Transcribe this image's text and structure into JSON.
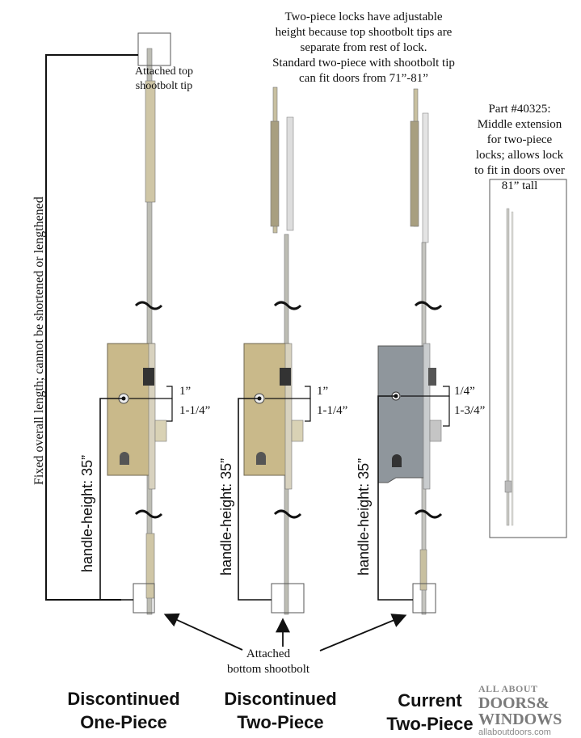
{
  "notes": {
    "two_piece_lines": [
      "Two-piece locks have adjustable",
      "height because top shootbolt tips are",
      "separate from rest of lock.",
      "Standard two-piece with shootbolt tip",
      "can fit doors from 71”-81”"
    ],
    "part_lines": [
      "Part #40325:",
      "Middle extension",
      "for two-piece",
      "locks; allows lock",
      "to fit in doors over",
      "81” tall"
    ],
    "attached_top_lines": [
      "Attached top",
      "shootbolt tip"
    ],
    "attached_bottom_lines": [
      "Attached",
      "bottom shootbolt"
    ],
    "fixed_length": "Fixed overall length; cannot be shortened or lengthened",
    "handle_height": "handle-height: 35”"
  },
  "locks": [
    {
      "title_lines": [
        "Discontinued",
        "One-Piece"
      ],
      "measure_a": "1”",
      "measure_b": "1-1/4”"
    },
    {
      "title_lines": [
        "Discontinued",
        "Two-Piece"
      ],
      "measure_a": "1”",
      "measure_b": "1-1/4”"
    },
    {
      "title_lines": [
        "Current",
        "Two-Piece"
      ],
      "measure_a": "1/4”",
      "measure_b": "1-3/4”"
    }
  ],
  "logo": {
    "line1": "ALL ABOUT",
    "line2": "DOORS&",
    "line3": "WINDOWS",
    "url": "allaboutdoors.com"
  },
  "colors": {
    "lock_gold": "#c9b98a",
    "lock_steel": "#8f969c",
    "rod": "#b8b8b0",
    "line": "#111111",
    "logo_gray": "#7a7a7a"
  }
}
